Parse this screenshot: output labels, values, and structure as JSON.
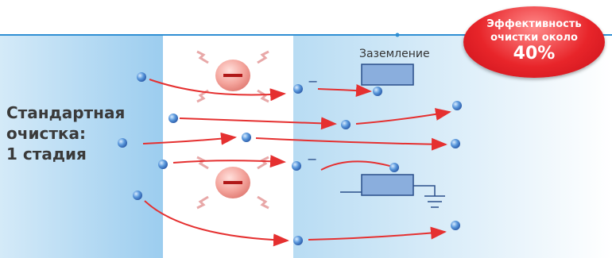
{
  "diagram": {
    "title_left": [
      "Стандартная",
      "очистка:",
      "1 стадия"
    ],
    "ground_label": "Заземление",
    "badge": {
      "line1": "Эффективность",
      "line2": "очистки около",
      "value": "40%"
    },
    "charge_sign": "−",
    "colors": {
      "panel_left": "#a9d4f0",
      "panel_right": "#cfe6f7",
      "center": "#ffffff",
      "top_line": "#2f8fd3",
      "arrow": "#e53030",
      "particle": "#4a88cf",
      "plate": "#8aaedd",
      "badge": "#e8252a"
    }
  }
}
